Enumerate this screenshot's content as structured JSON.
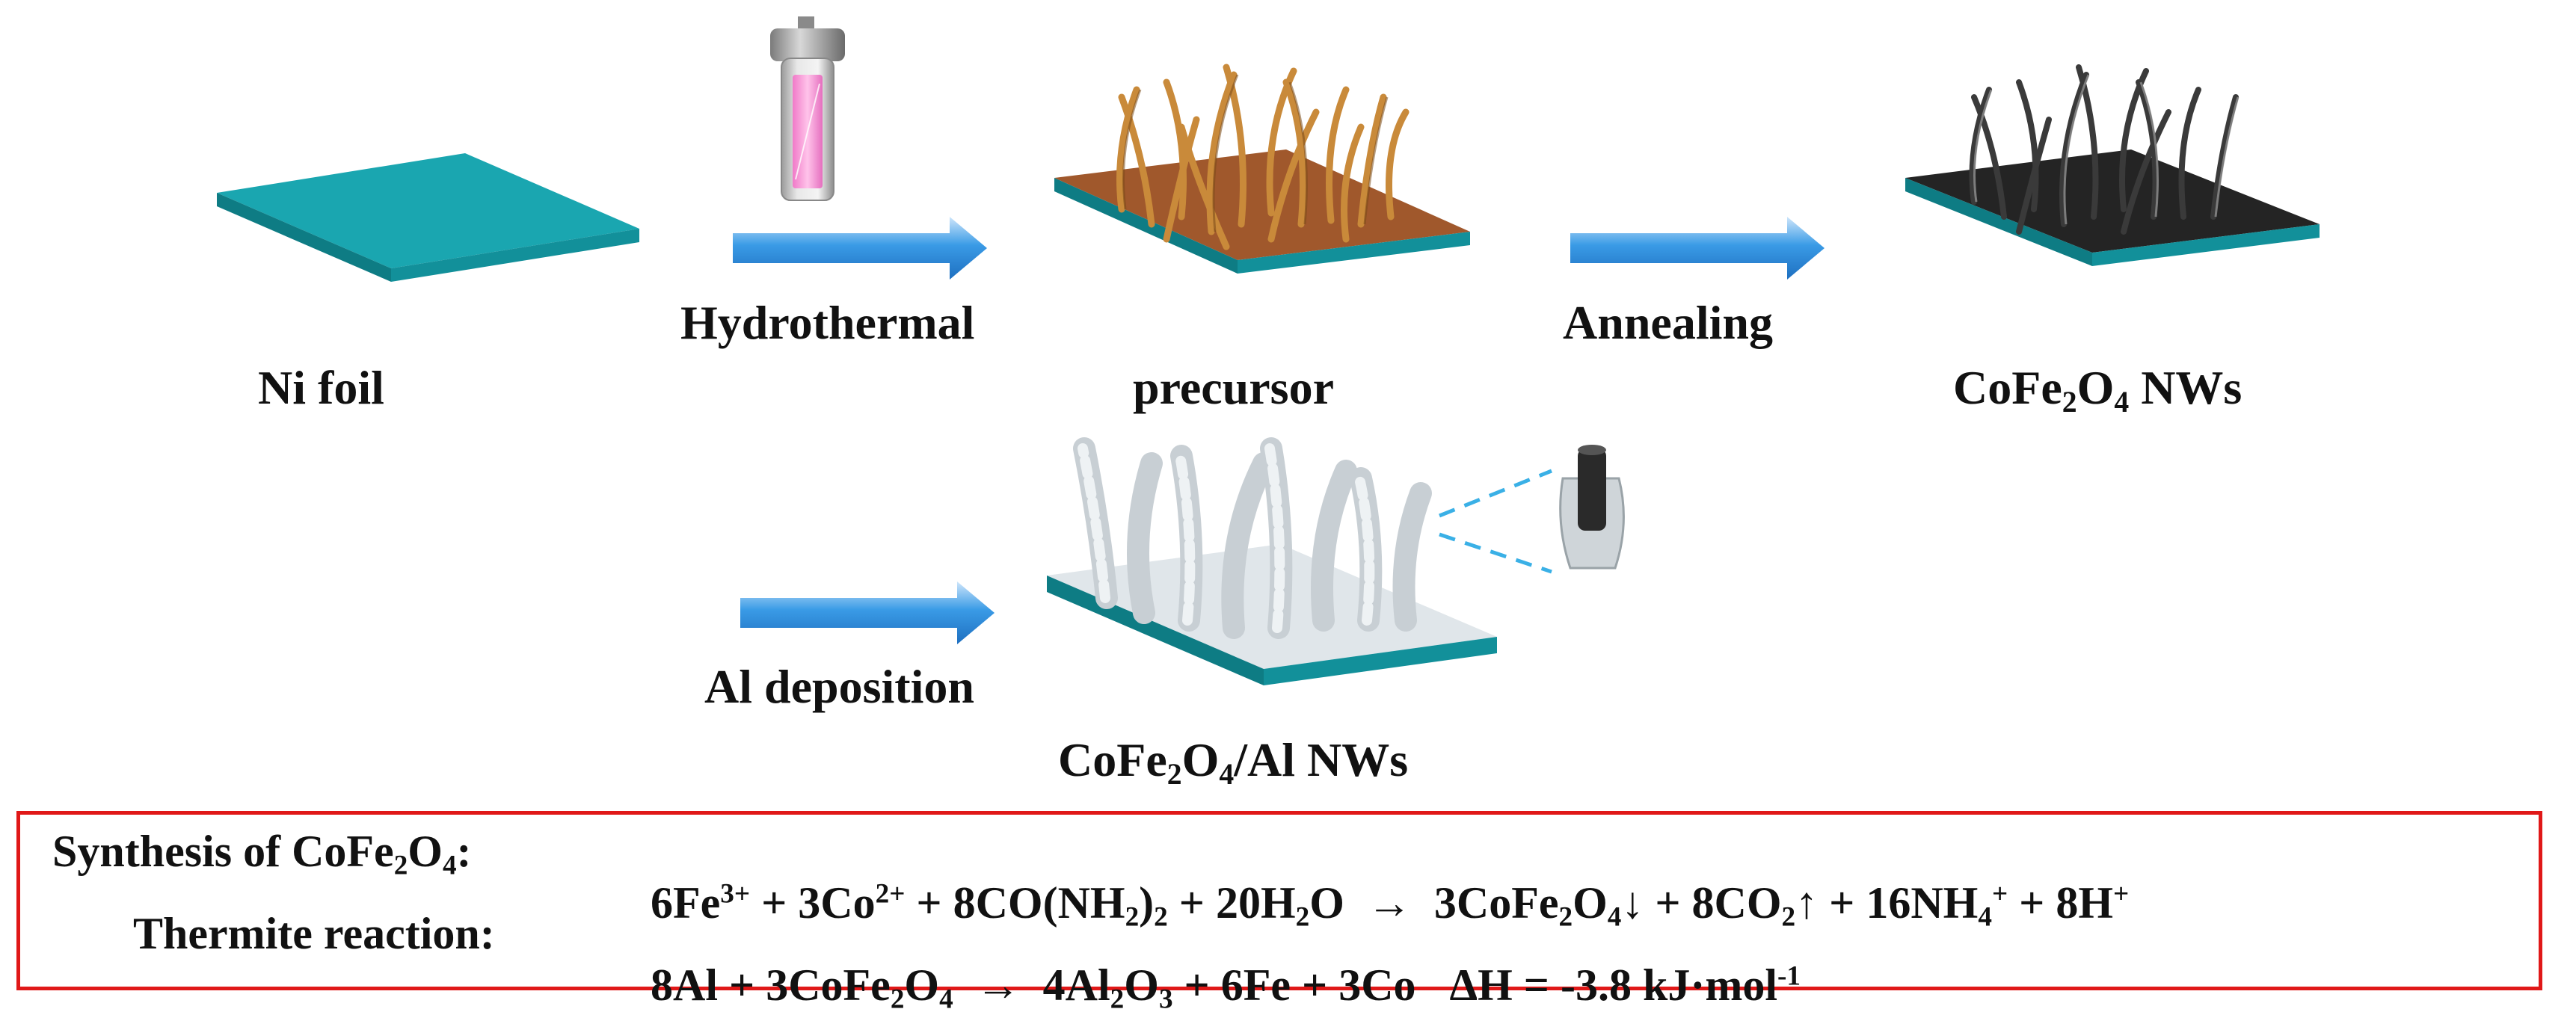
{
  "labels": {
    "ni_foil": "Ni foil",
    "hydrothermal": "Hydrothermal",
    "precursor": "precursor",
    "annealing": "Annealing",
    "cofe2o4_nws": [
      "CoFe",
      "2",
      "O",
      "4",
      " NWs"
    ],
    "al_deposition": "Al deposition",
    "cofe2o4_al_nws": [
      "CoFe",
      "2",
      "O",
      "4",
      "/Al NWs"
    ]
  },
  "equations": {
    "synthesis_label": [
      "Synthesis of CoFe",
      "2",
      "O",
      "4",
      ":"
    ],
    "synthesis": [
      "6Fe",
      "3+",
      " + 3Co",
      "2+",
      " + 8CO(NH",
      "2",
      ")",
      "2",
      " + 20H",
      "2",
      "O  →  3CoFe",
      "2",
      "O",
      "4",
      "↓ + 8CO",
      "2",
      "↑ + 16NH",
      "4",
      "+",
      " + 8H",
      "+"
    ],
    "thermite_label": "Thermite reaction:",
    "thermite": [
      "8Al + 3CoFe",
      "2",
      "O",
      "4",
      "  →  4Al",
      "2",
      "O",
      "3",
      " + 6Fe + 3Co   ΔH = -3.8 kJ·mol",
      "-1"
    ]
  },
  "colors": {
    "foil": "#1aa6b0",
    "precursor_base": "#a0582c",
    "precursor_wire": "#c98a3a",
    "annealed_base": "#242424",
    "al_base": "#e0e6ea",
    "arrow": "#3a9be6",
    "box_border": "#e01818"
  }
}
